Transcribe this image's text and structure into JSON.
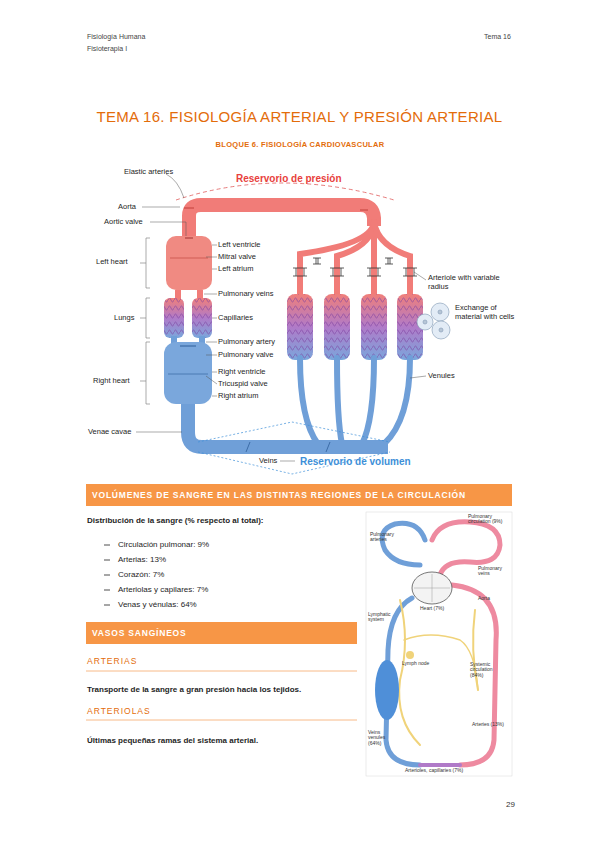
{
  "diagram": {
    "title": "TEMA 16. FISIOLOGÍA ARTERIAL Y PRESIÓN ARTERIAL",
    "nodes": [
      {
        "text": [
          "VOLÚMENES DE SANGRE EN LAS DISTINTAS REGIONES DE LA CIRCULACIÓN"
        ]
      },
      {
        "text": [
          "VASOS SANGÍNEOS"
        ]
      }
    ],
    "labels": [
      "Fisiología Humana",
      "Fisioterapia I",
      "Tema 16",
      "BLOQUE 6. FISIOLOGÍA CARDIOVASCULAR",
      "Elastic arteries",
      "Reservorio de presión",
      "Aorta",
      "Aortic valve",
      "Left heart",
      "Left ventricle",
      "Mitral valve",
      "Left atrium",
      "Pulmonary veins",
      "Lungs",
      "Capillaries",
      "Pulmonary artery",
      "Pulmonary valve",
      "Right ventricle",
      "Tricuspid valve",
      "Right atrium",
      "Right heart",
      "Venae cavae",
      "Veins",
      "Reservorio de volumen",
      "Arteriole with variable radius",
      "Exchange of material with cells",
      "Venules",
      "Distribución de la sangre (% respecto al total):",
      "Circulación pulmonar: 9%",
      "Arterias: 13%",
      "Corazón: 7%",
      "Arteriolas y capilares: 7%",
      "Venas y vénulas: 64%",
      "ARTERIAS",
      "Transporte de la sangre a gran presión hacia los tejidos.",
      "ARTERIOLAS",
      "Últimas pequeñas ramas del sistema arterial.",
      "Pulmonary circulation (9%)",
      "Pulmonary arteries",
      "Pulmonary veins",
      "Aorta",
      "Heart (7%)",
      "Lymphatic system",
      "Lymph node",
      "Systemic circulation (84%)",
      "Arteries (13%)",
      "Veins venules (64%)",
      "Arterioles, capillaries (7%)",
      "29"
    ]
  }
}
